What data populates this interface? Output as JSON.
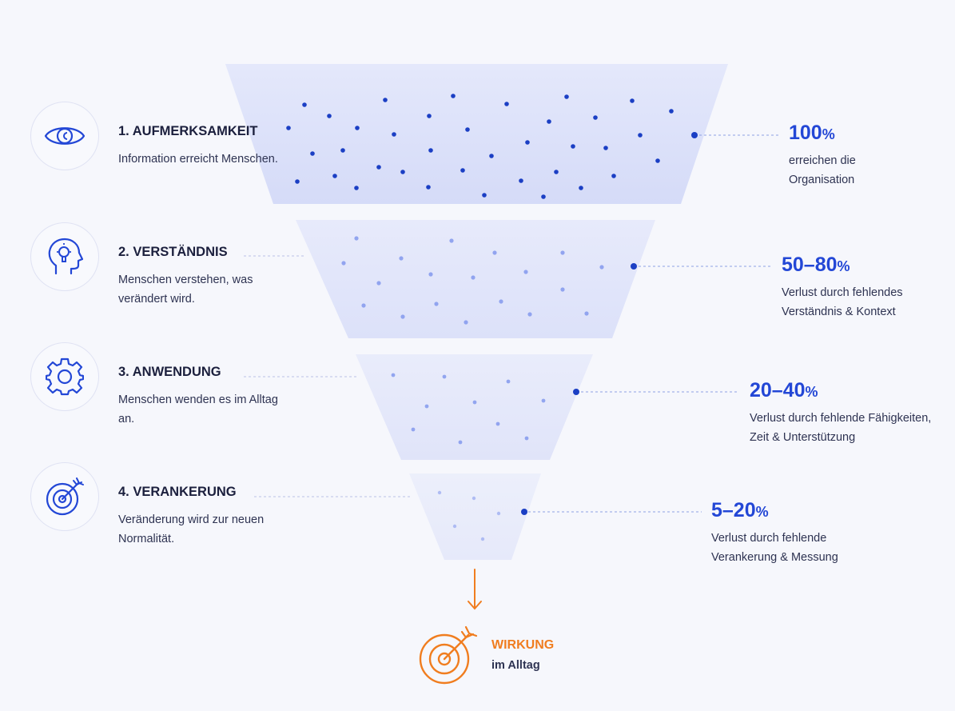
{
  "stages": [
    {
      "title": "1. AUFMERKSAMKEIT",
      "description": "Information erreicht Menschen.",
      "icon": "eye-icon",
      "percent": "100",
      "percent_symbol": "%",
      "percent_description": "erreichen die Organisation"
    },
    {
      "title": "2. VERSTÄNDNIS",
      "description": "Menschen verstehen, was verändert wird.",
      "icon": "head-lightbulb-icon",
      "percent": "50–80",
      "percent_symbol": "%",
      "percent_description": "Verlust durch fehlendes Verständnis & Kontext"
    },
    {
      "title": "3. ANWENDUNG",
      "description": "Menschen wenden es im Alltag an.",
      "icon": "gear-icon",
      "percent": "20–40",
      "percent_symbol": "%",
      "percent_description": "Verlust durch fehlende Fähigkeiten, Zeit & Unterstützung"
    },
    {
      "title": "4. VERANKERUNG",
      "description": "Veränderung wird zur neuen Normalität.",
      "icon": "target-arrow-icon",
      "percent": "5–20",
      "percent_symbol": "%",
      "percent_description": "Verlust durch fehlende Verankerung & Messung"
    }
  ],
  "result": {
    "title": "WIRKUNG",
    "subtitle": "im Alltag",
    "icon": "target-arrow-icon"
  },
  "colors": {
    "accent_blue": "#2347d6",
    "dot_dark": "#1b3fc4",
    "dot_light": "#7d93ec",
    "orange": "#f07d1f",
    "text_dark": "#1b1f3d",
    "text_body": "#2e3352"
  }
}
